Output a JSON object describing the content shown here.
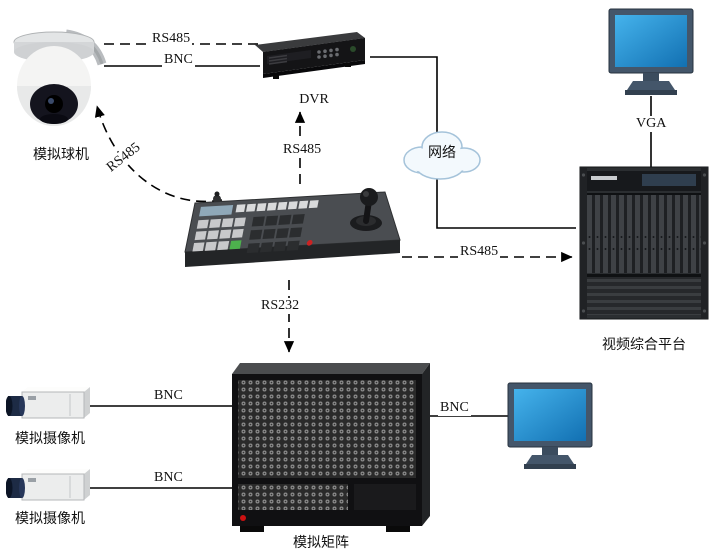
{
  "diagram": {
    "type": "topology",
    "devices": {
      "dome_camera": {
        "label": "模拟球机"
      },
      "dvr": {
        "label": "DVR"
      },
      "network_cloud": {
        "label": "网络"
      },
      "video_platform": {
        "label": "视频综合平台"
      },
      "control_keyboard": {
        "label": ""
      },
      "analog_matrix": {
        "label": "模拟矩阵"
      },
      "box_camera_1": {
        "label": "模拟摄像机"
      },
      "box_camera_2": {
        "label": "模拟摄像机"
      },
      "monitor_top": {
        "label": ""
      },
      "monitor_bottom": {
        "label": ""
      }
    },
    "connections": {
      "dome_dvr_rs485": {
        "label": "RS485",
        "style": "dashed"
      },
      "dome_dvr_bnc": {
        "label": "BNC",
        "style": "solid"
      },
      "keyboard_dome_rs485": {
        "label": "RS485",
        "style": "dashed-arrow"
      },
      "keyboard_dvr_rs485": {
        "label": "RS485",
        "style": "dashed-arrow"
      },
      "keyboard_platform_rs485": {
        "label": "RS485",
        "style": "dashed-arrow"
      },
      "keyboard_matrix_rs232": {
        "label": "RS232",
        "style": "dashed-arrow"
      },
      "dvr_cloud_platform": {
        "label": "",
        "style": "solid"
      },
      "platform_monitor_vga": {
        "label": "VGA",
        "style": "solid"
      },
      "camera1_matrix_bnc": {
        "label": "BNC",
        "style": "solid"
      },
      "camera2_matrix_bnc": {
        "label": "BNC",
        "style": "solid"
      },
      "matrix_monitor_bnc": {
        "label": "BNC",
        "style": "solid"
      }
    },
    "colors": {
      "background": "#ffffff",
      "line": "#000000",
      "monitor_screen_blue": "#2496d8",
      "cloud_fill": "#f3f9fd",
      "cloud_stroke": "#a5c3da",
      "device_dark": "#141416",
      "green_key": "#4db24d",
      "red_led": "#cc1111"
    }
  }
}
